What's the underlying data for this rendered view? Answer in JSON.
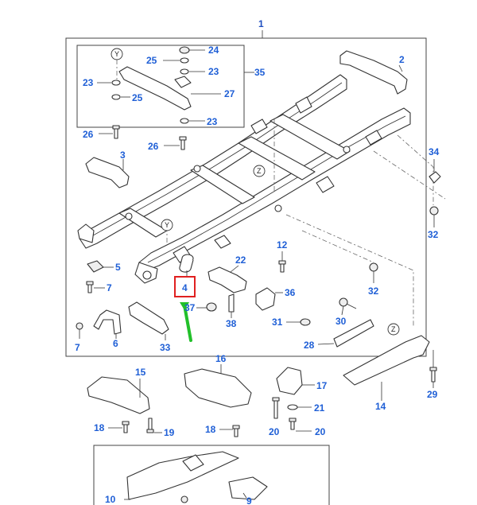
{
  "callouts": [
    {
      "id": "c1",
      "text": "1"
    },
    {
      "id": "c2",
      "text": "2"
    },
    {
      "id": "c3",
      "text": "3"
    },
    {
      "id": "c4",
      "text": "4"
    },
    {
      "id": "c5",
      "text": "5"
    },
    {
      "id": "c6",
      "text": "6"
    },
    {
      "id": "c7a",
      "text": "7"
    },
    {
      "id": "c7b",
      "text": "7"
    },
    {
      "id": "c9",
      "text": "9"
    },
    {
      "id": "c10",
      "text": "10"
    },
    {
      "id": "c12",
      "text": "12"
    },
    {
      "id": "c14",
      "text": "14"
    },
    {
      "id": "c15",
      "text": "15"
    },
    {
      "id": "c16",
      "text": "16"
    },
    {
      "id": "c17",
      "text": "17"
    },
    {
      "id": "c18a",
      "text": "18"
    },
    {
      "id": "c18b",
      "text": "18"
    },
    {
      "id": "c19",
      "text": "19"
    },
    {
      "id": "c20a",
      "text": "20"
    },
    {
      "id": "c20b",
      "text": "20"
    },
    {
      "id": "c21",
      "text": "21"
    },
    {
      "id": "c22",
      "text": "22"
    },
    {
      "id": "c23a",
      "text": "23"
    },
    {
      "id": "c23b",
      "text": "23"
    },
    {
      "id": "c23c",
      "text": "23"
    },
    {
      "id": "c24",
      "text": "24"
    },
    {
      "id": "c25a",
      "text": "25"
    },
    {
      "id": "c25b",
      "text": "25"
    },
    {
      "id": "c26a",
      "text": "26"
    },
    {
      "id": "c26b",
      "text": "26"
    },
    {
      "id": "c27",
      "text": "27"
    },
    {
      "id": "c28",
      "text": "28"
    },
    {
      "id": "c29",
      "text": "29"
    },
    {
      "id": "c30",
      "text": "30"
    },
    {
      "id": "c31",
      "text": "31"
    },
    {
      "id": "c32a",
      "text": "32"
    },
    {
      "id": "c32b",
      "text": "32"
    },
    {
      "id": "c33",
      "text": "33"
    },
    {
      "id": "c34",
      "text": "34"
    },
    {
      "id": "c35",
      "text": "35"
    },
    {
      "id": "c36",
      "text": "36"
    },
    {
      "id": "c37",
      "text": "37"
    },
    {
      "id": "c38",
      "text": "38"
    }
  ],
  "reference_markers": [
    {
      "id": "y_top",
      "text": "Y"
    },
    {
      "id": "y_frame",
      "text": "Y"
    },
    {
      "id": "z_frame",
      "text": "Z"
    },
    {
      "id": "z_right",
      "text": "Z"
    }
  ],
  "highlight": {
    "part": "4",
    "box_color": "#e02020",
    "arrow_color": "#22c02a"
  },
  "colors": {
    "callout": "#1f5fd6",
    "line": "#333333"
  }
}
